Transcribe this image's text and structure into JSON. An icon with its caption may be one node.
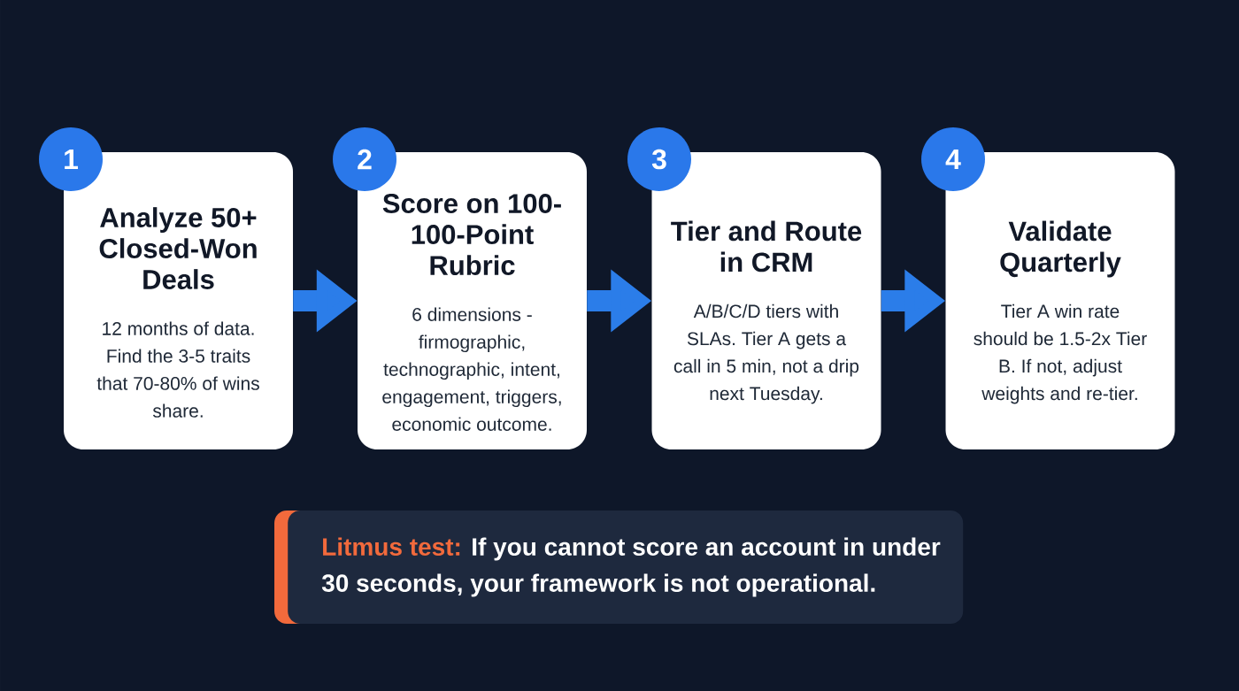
{
  "diagram": {
    "nodes": [
      {
        "text": [
          "1"
        ]
      },
      {
        "text": [
          "Analyze 50+ Closed-Won Deals",
          "12 months of data. Find the 3-5 traits that 70-80% of wins share."
        ]
      },
      {
        "text": [
          "2"
        ]
      },
      {
        "text": [
          "Score on 100- 100-Point Rubric",
          "6 dimensions - firmographic, technographic, intent, engagement, triggers, economic outcome."
        ]
      },
      {
        "text": [
          "3"
        ]
      },
      {
        "text": [
          "Tier and Route in CRM",
          "A/B/C/D tiers with SLAs. Tier A gets a call in 5 min, not a drip next Tuesday."
        ]
      },
      {
        "text": [
          "4"
        ]
      },
      {
        "text": [
          "Validate Quarterly",
          "Tier A win rate should be 1.5-2x Tier B. If not, adjust weights and re-tier."
        ]
      },
      {
        "text": [
          "Litmus test:",
          "If you cannot score an account in under 30 seconds, your framework is not operational."
        ]
      }
    ],
    "edges": [
      {
        "from": 1,
        "to": 3,
        "arrow": "to"
      },
      {
        "from": 3,
        "to": 5,
        "arrow": "to"
      },
      {
        "from": 5,
        "to": 7,
        "arrow": "to"
      }
    ]
  }
}
